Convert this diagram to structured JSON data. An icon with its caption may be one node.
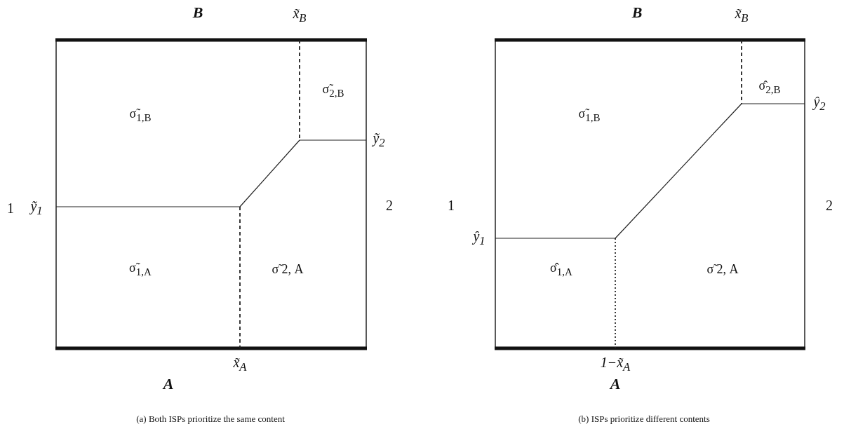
{
  "diagram": {
    "labels": [
      "B",
      "x̃$_{B}$",
      "σ̃$_{2,B}$",
      "σ̃$_{1,B}$",
      "ỹ$_{2}$",
      "1",
      "ỹ$_{1}$",
      "2",
      "σ̃$_{1,A}$",
      "σ̃ 2, A",
      "x̃$_{A}$",
      "A",
      "(a) Both ISPs prioritize the same content",
      "B",
      "x̃$_{B}$",
      "σ̂$_{2,B}$",
      "σ̃$_{1,B}$",
      "ŷ$_{2}$",
      "1",
      "2",
      "ŷ$_{1}$",
      "σ̂$_{1,A}$",
      "σ̃ 2, A",
      "1−x̃$_{A}$",
      "A",
      "(b) ISPs prioritize different contents"
    ]
  }
}
